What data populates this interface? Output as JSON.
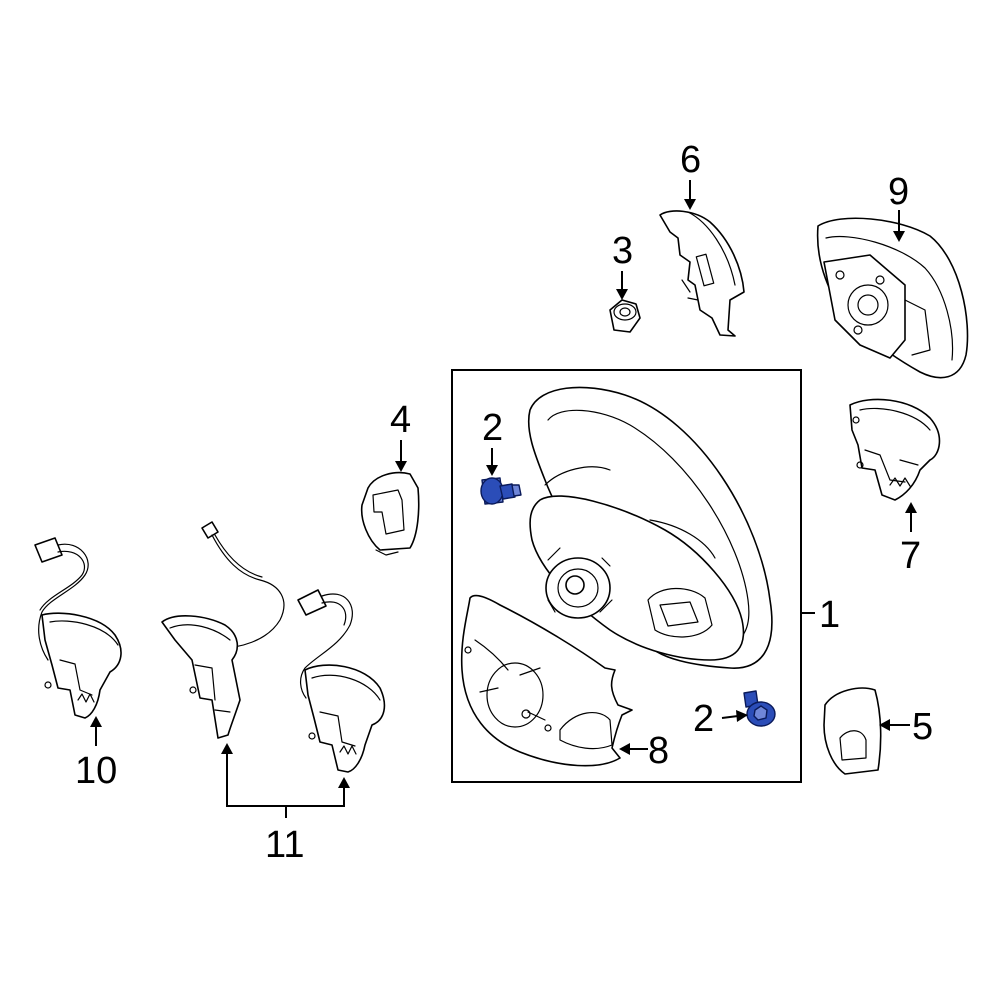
{
  "diagram": {
    "accent_color": "#2b4db8",
    "line_color": "#000000",
    "background_color": "#ffffff",
    "callouts": [
      {
        "id": "c1",
        "label": "1",
        "part": "steering-wheel"
      },
      {
        "id": "c2a",
        "label": "2",
        "part": "bolt"
      },
      {
        "id": "c2b",
        "label": "2",
        "part": "bolt"
      },
      {
        "id": "c3",
        "label": "3",
        "part": "nut"
      },
      {
        "id": "c4",
        "label": "4",
        "part": "trim-cover"
      },
      {
        "id": "c5",
        "label": "5",
        "part": "trim-cover"
      },
      {
        "id": "c6",
        "label": "6",
        "part": "trim-cover"
      },
      {
        "id": "c7",
        "label": "7",
        "part": "switch-assembly"
      },
      {
        "id": "c8",
        "label": "8",
        "part": "rear-cover"
      },
      {
        "id": "c9",
        "label": "9",
        "part": "airbag-module"
      },
      {
        "id": "c10",
        "label": "10",
        "part": "switch-assembly-with-harness"
      },
      {
        "id": "c11",
        "label": "11",
        "part": "switch-assembly-pair"
      }
    ]
  }
}
